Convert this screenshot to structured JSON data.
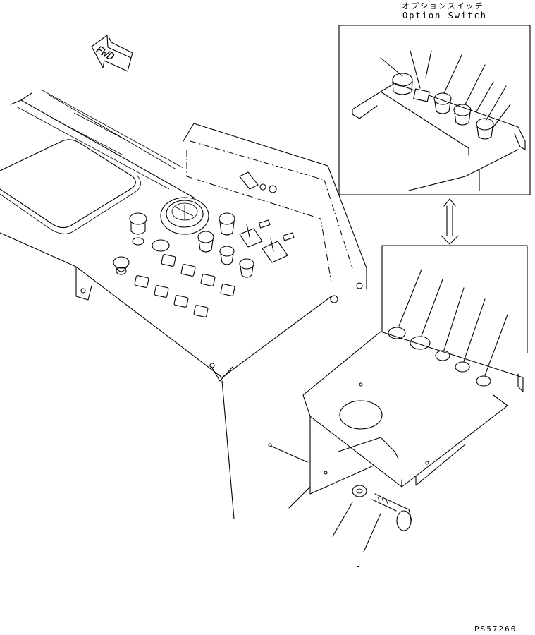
{
  "option_switch": {
    "title_jp": "オプションスイッチ",
    "title_en": "Option Switch"
  },
  "direction_arrow": {
    "label": "FWD"
  },
  "drawing_code": "PS57260",
  "part_marker": "-"
}
